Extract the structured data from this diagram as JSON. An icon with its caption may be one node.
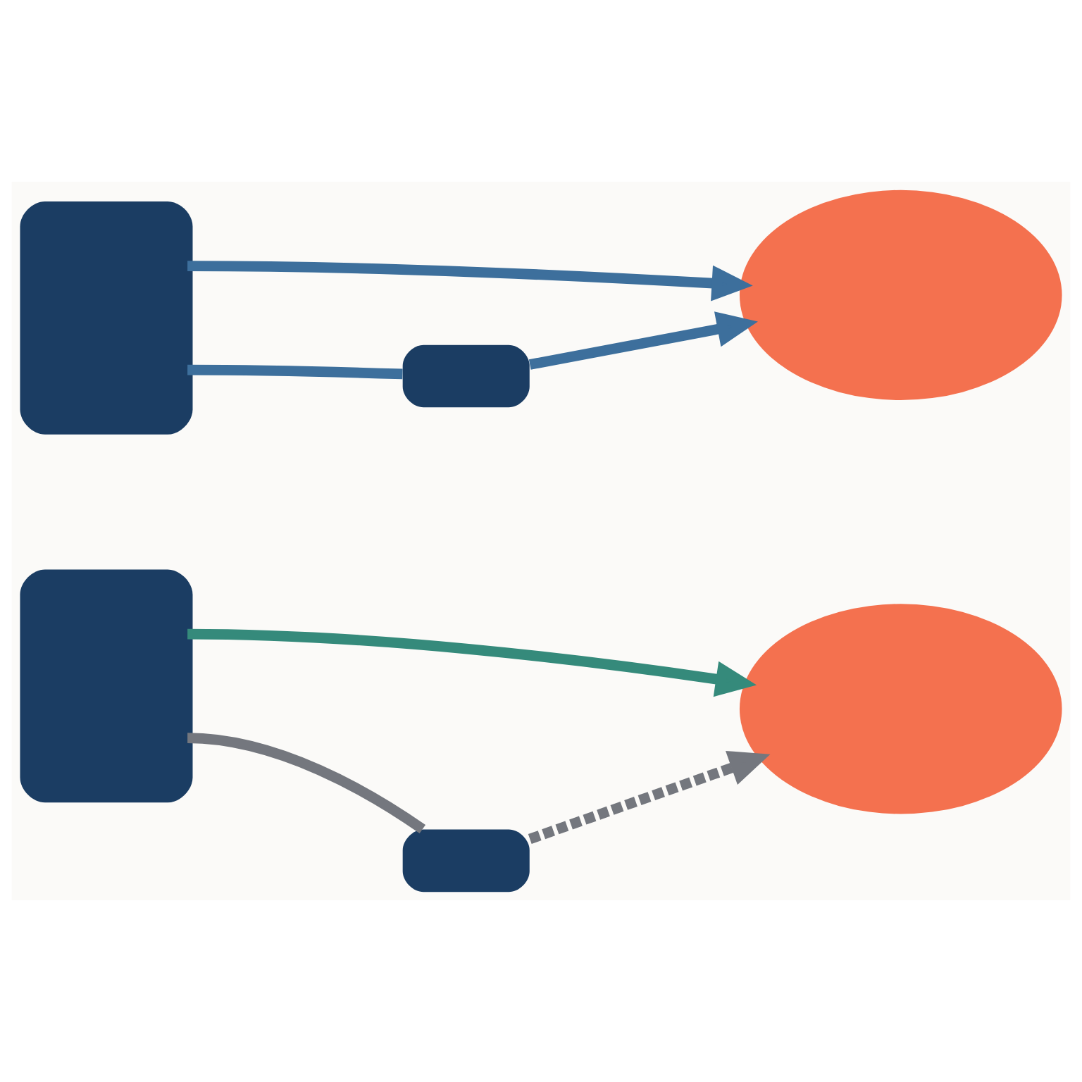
{
  "diagram": {
    "nodes": [
      {
        "text": [],
        "shape": "box"
      },
      {
        "text": [],
        "shape": "box"
      },
      {
        "text": [],
        "shape": "cloud"
      },
      {
        "text": [],
        "shape": "box"
      },
      {
        "text": [],
        "shape": "box"
      },
      {
        "text": [],
        "shape": "cloud"
      }
    ],
    "edges": [
      {
        "from": 0,
        "to": 2,
        "arrow": "to"
      },
      {
        "from": 0,
        "to": 1,
        "arrow": "none"
      },
      {
        "from": 1,
        "to": 2,
        "arrow": "to"
      },
      {
        "from": 3,
        "to": 5,
        "arrow": "to",
        "color": "#358a7b"
      },
      {
        "from": 3,
        "to": 4,
        "arrow": "none",
        "color": "#74777e"
      },
      {
        "from": 4,
        "to": 5,
        "arrow": "to",
        "style": "dashed",
        "color": "#74777e"
      }
    ]
  }
}
